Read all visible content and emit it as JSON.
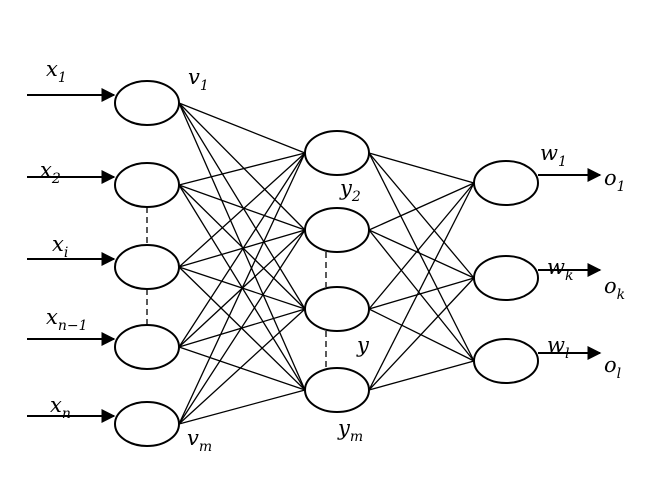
{
  "input_labels": [
    {
      "base": "x",
      "sub": "1"
    },
    {
      "base": "x",
      "sub": "2"
    },
    {
      "base": "x",
      "sub": "i"
    },
    {
      "base": "x",
      "sub": "n−1"
    },
    {
      "base": "x",
      "sub": "n"
    }
  ],
  "input_weight_labels": [
    {
      "base": "v",
      "sub": "1"
    },
    {
      "base": "v",
      "sub": "m"
    }
  ],
  "hidden_labels": [
    {
      "base": "y",
      "sub": "2"
    },
    {
      "base": "y",
      "sub": ""
    },
    {
      "base": "y",
      "sub": "m"
    }
  ],
  "output_weight_labels": [
    {
      "base": "w",
      "sub": "1"
    },
    {
      "base": "w",
      "sub": "k"
    },
    {
      "base": "w",
      "sub": "l"
    }
  ],
  "output_labels": [
    {
      "base": "o",
      "sub": "1"
    },
    {
      "base": "o",
      "sub": "k"
    },
    {
      "base": "o",
      "sub": "l"
    }
  ]
}
